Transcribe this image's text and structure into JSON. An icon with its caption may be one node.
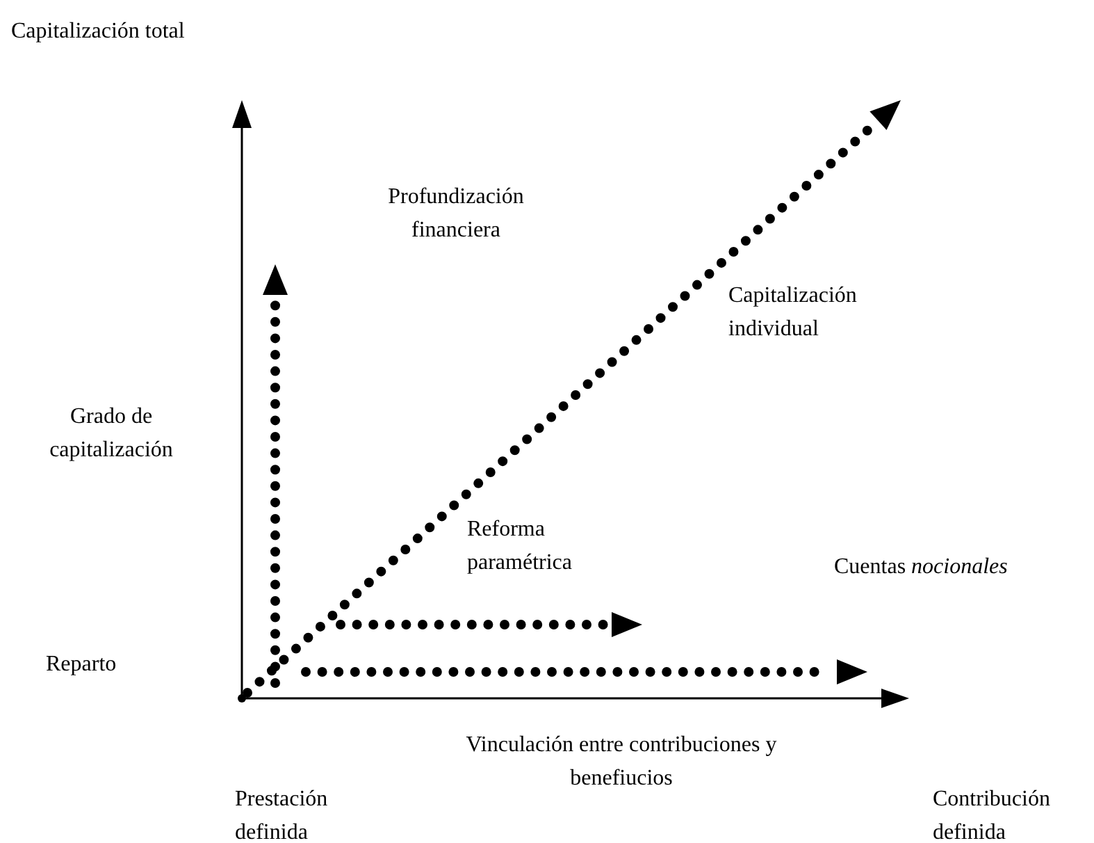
{
  "diagram": {
    "labels": [
      "Capitalización total",
      "Profundización financiera",
      "Capitalización individual",
      "Grado de capitalización",
      "Reforma paramétrica",
      "Cuentas *nocionales*",
      "Reparto",
      "Vinculación entre contribuciones y benefiucios",
      "Prestación definida",
      "Contribución definida"
    ]
  }
}
